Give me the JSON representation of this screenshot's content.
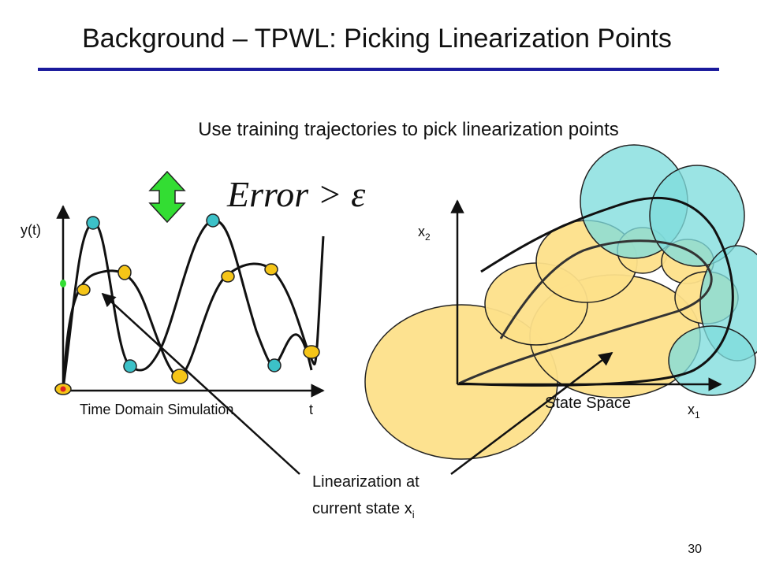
{
  "slide": {
    "title": "Background – TPWL: Picking Linearization Points",
    "subtitle": "Use training trajectories to pick linearization points",
    "formula": "Error > ε",
    "page_number": "30",
    "accent_color": "#1a1a9c"
  },
  "time_plot": {
    "y_label": "y(t)",
    "x_label": "t",
    "caption": "Time Domain Simulation"
  },
  "state_plot": {
    "y_label_main": "x",
    "y_label_sub": "2",
    "x_label_main": "x",
    "x_label_sub": "1",
    "caption": "State Space"
  },
  "annotation": {
    "line1": "Linearization at",
    "line2_main": "current state x",
    "line2_sub": "i"
  },
  "colors": {
    "yellow": "#fde08a",
    "yellow_stroke": "#222222",
    "cyan": "#7fdcdc",
    "point_yellow": "#f5c518",
    "point_cyan": "#3cc1c8",
    "arrow_green": "#33dd33"
  }
}
